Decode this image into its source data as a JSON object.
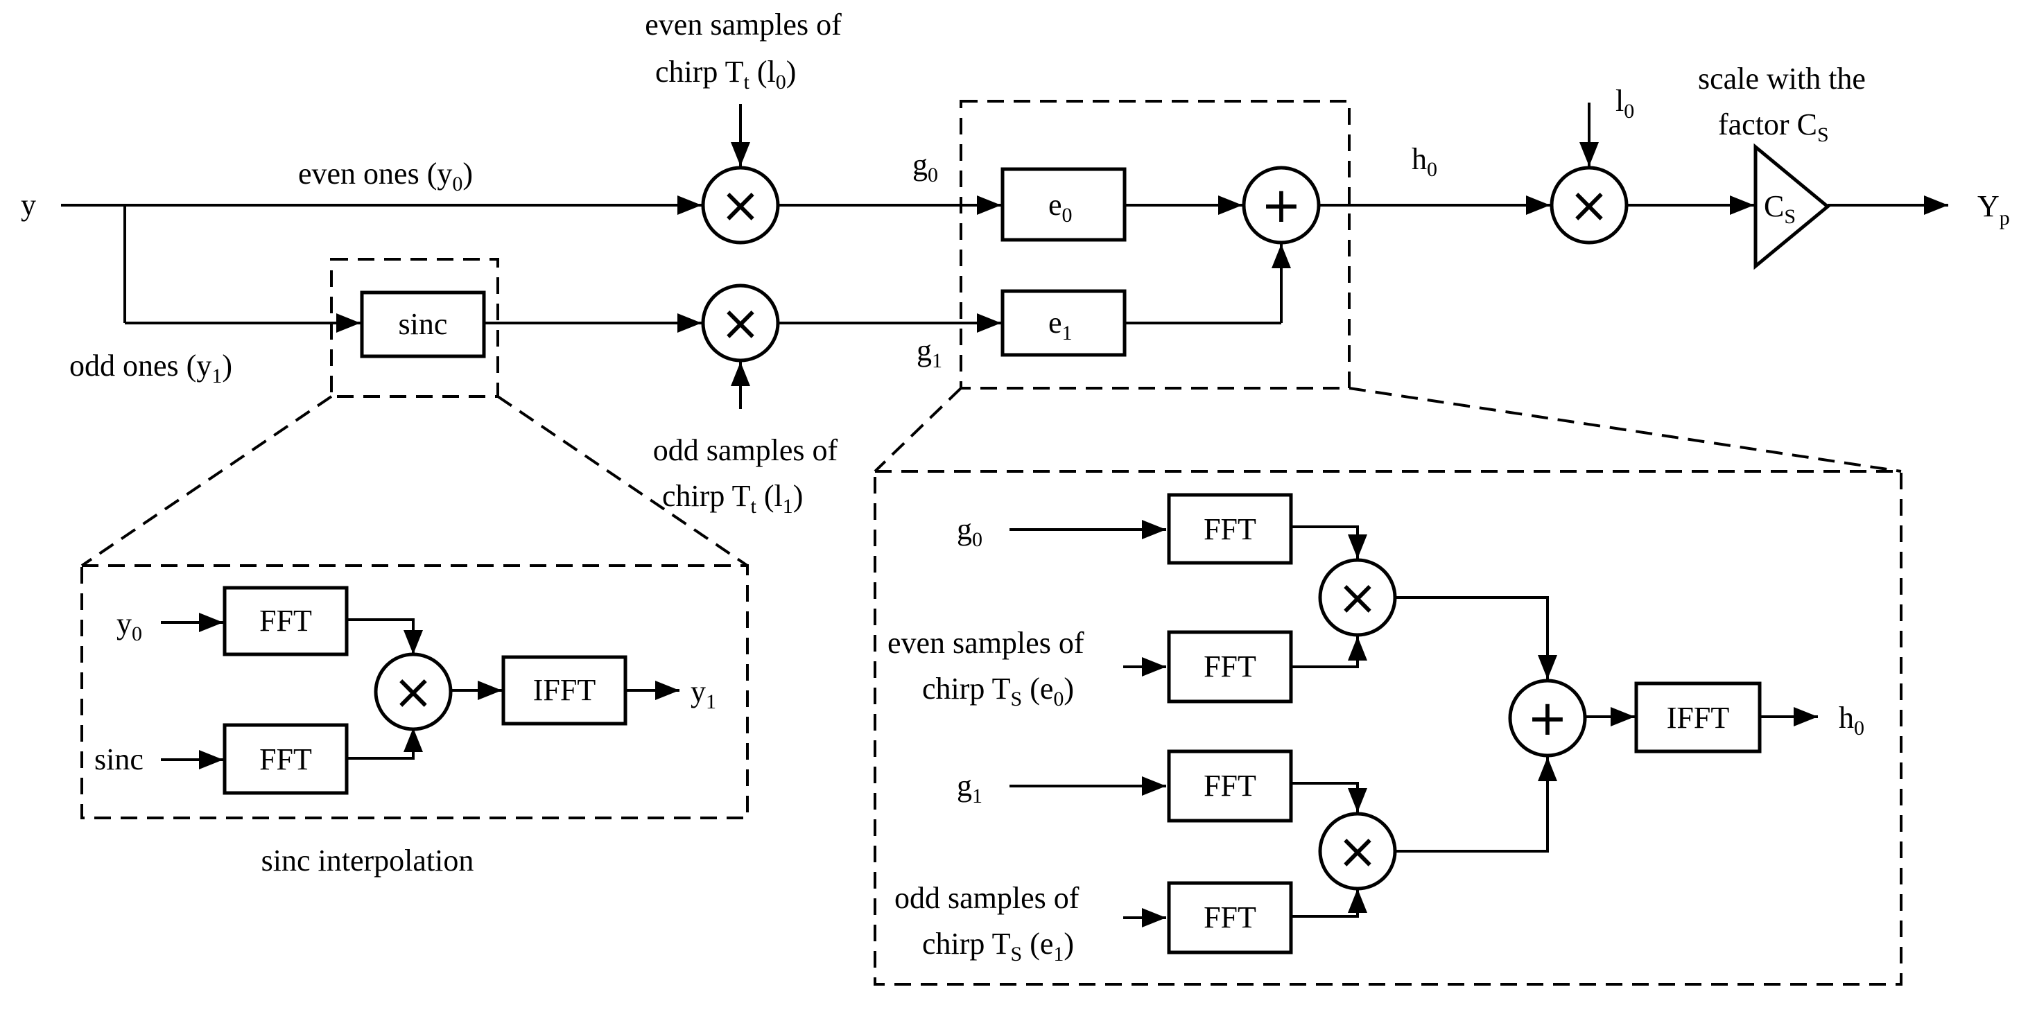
{
  "labels": {
    "input": {
      "main": "y",
      "sub": ""
    },
    "output": {
      "main": "Y",
      "sub": "p"
    },
    "even_ones": {
      "main": "even ones (y",
      "sub": "0",
      "tail": ")"
    },
    "odd_ones": {
      "main": "odd ones (y",
      "sub": "1",
      "tail": ")"
    },
    "even_samples_top_1": "even samples of",
    "even_samples_top_2": {
      "main": "chirp T",
      "sub": "t",
      "tail": "  (l",
      "sub2": "0",
      "tail2": ")"
    },
    "odd_samples_mid_1": "odd samples of",
    "odd_samples_mid_2": {
      "main": "chirp T",
      "sub": "t",
      "tail": " (l",
      "sub2": "1",
      "tail2": ")"
    },
    "g0_top": {
      "main": "g",
      "sub": "0"
    },
    "g1_top": {
      "main": "g",
      "sub": "1"
    },
    "h0_top": {
      "main": "h",
      "sub": "0"
    },
    "l0_top": {
      "main": "l",
      "sub": "0"
    },
    "scale_1": "scale with the",
    "scale_2": {
      "main": "factor C",
      "sub": "S"
    },
    "sinc_interp": "sinc interpolation",
    "y0_in": {
      "main": "y",
      "sub": "0"
    },
    "sinc_in": "sinc",
    "y1_out": {
      "main": "y",
      "sub": "1"
    },
    "g0_in": {
      "main": "g",
      "sub": "0"
    },
    "g1_in": {
      "main": "g",
      "sub": "1"
    },
    "h0_out": {
      "main": "h",
      "sub": "0"
    },
    "even_ts_1": "even samples of",
    "even_ts_2": {
      "main": "chirp T",
      "sub": "S",
      "tail": " (e",
      "sub2": "0",
      "tail2": ")"
    },
    "odd_ts_1": "odd samples of",
    "odd_ts_2": {
      "main": "chirp T",
      "sub": "S",
      "tail": " (e",
      "sub2": "1",
      "tail2": ")"
    }
  },
  "blocks": {
    "sinc": "sinc",
    "e0": {
      "main": "e",
      "sub": "0"
    },
    "e1": {
      "main": "e",
      "sub": "1"
    },
    "cs": {
      "main": "C",
      "sub": "S"
    },
    "fft": "FFT",
    "ifft": "IFFT"
  },
  "symbols": {
    "multiply": "×",
    "add": "+"
  }
}
